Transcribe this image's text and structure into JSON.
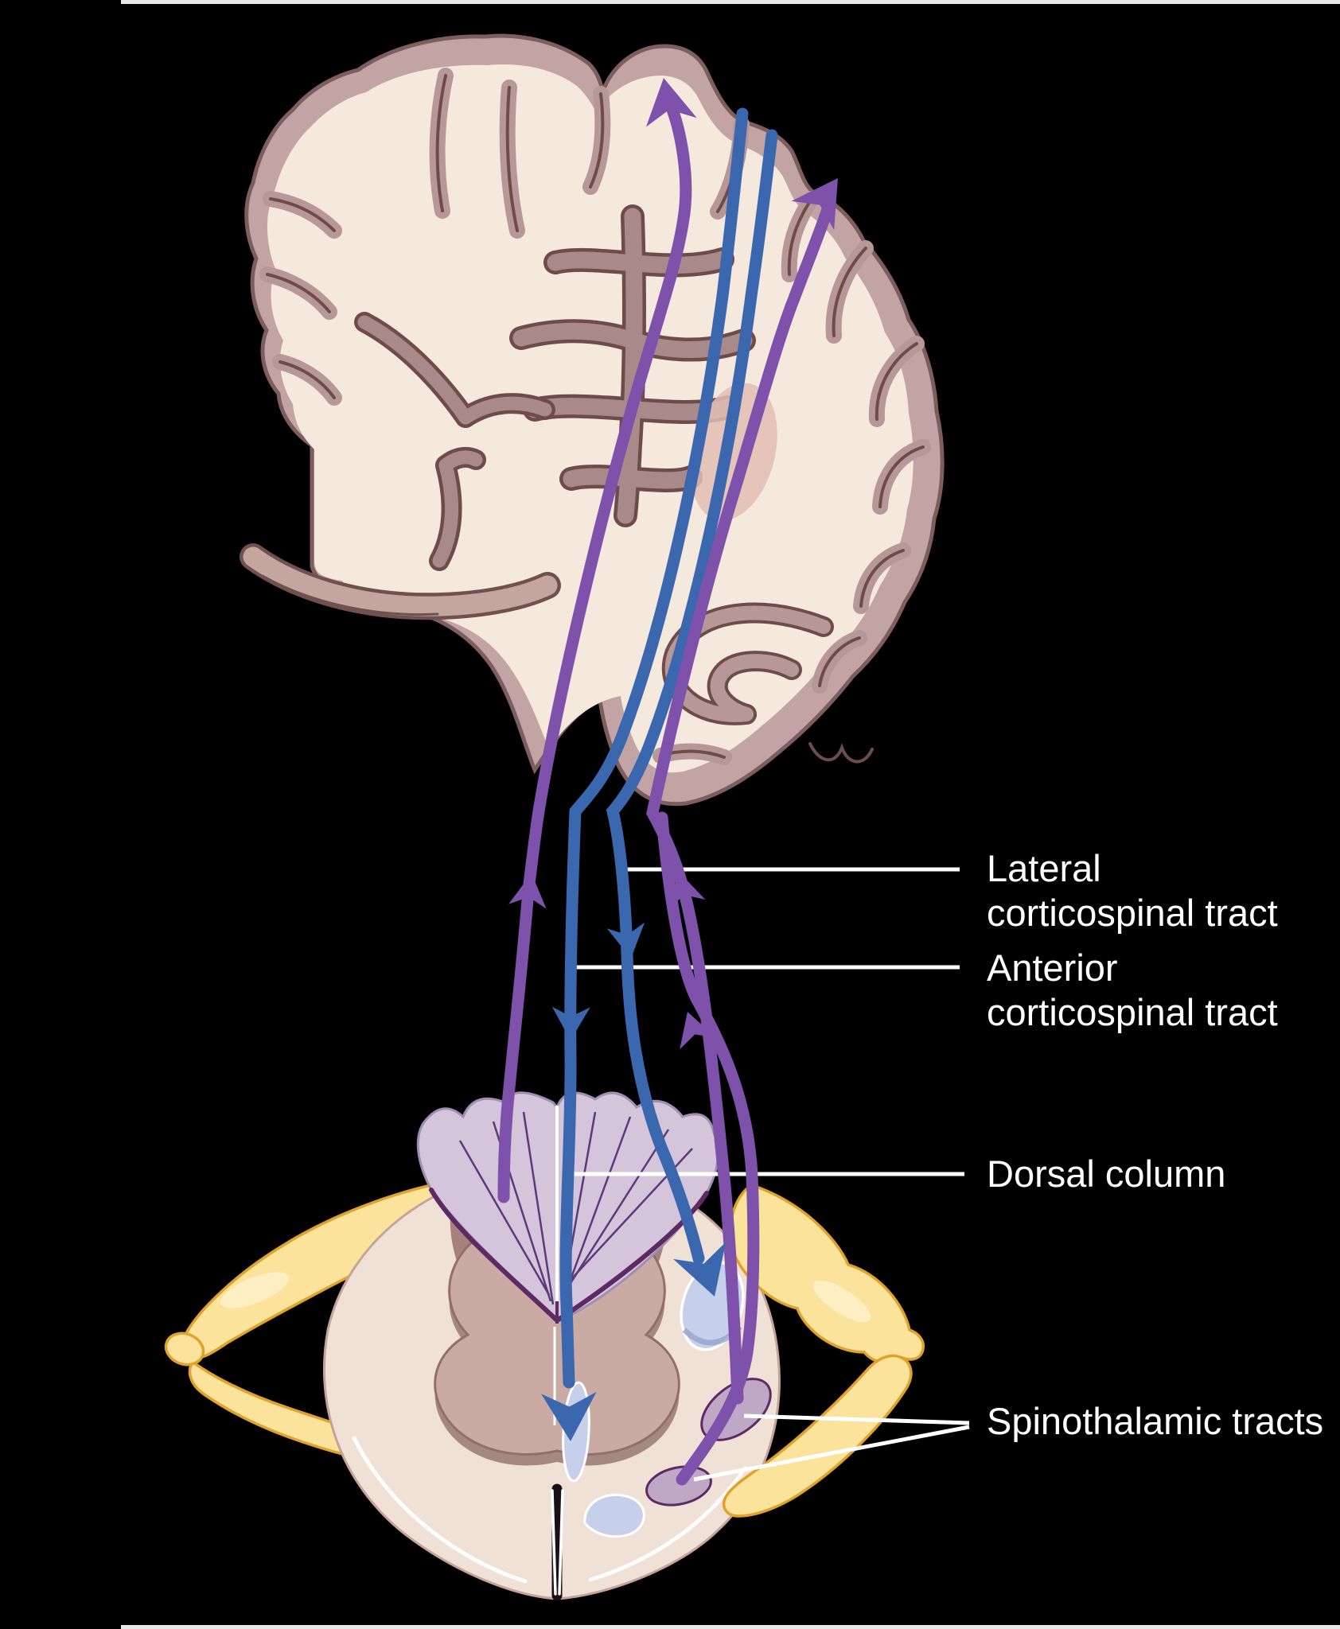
{
  "figure": {
    "type": "anatomical-diagram",
    "subject": "corticospinal, dorsal column and spinothalamic pathways between brain coronal section and spinal cord cross-section",
    "background": "#000000",
    "labels": {
      "lateral_corticospinal": {
        "line1": "Lateral",
        "line2": "corticospinal tract"
      },
      "anterior_corticospinal": {
        "line1": "Anterior",
        "line2": "corticospinal tract"
      },
      "dorsal_column": {
        "text": "Dorsal column"
      },
      "spinothalamic": {
        "text": "Spinothalamic tracts"
      }
    },
    "colors": {
      "descending_tract_blue": "#3B67AF",
      "ascending_tract_purple": "#7E52AA",
      "leader_line": "#FFFFFF",
      "label_text": "#FFFFFF",
      "brain_cortex": "#C3A4A4",
      "brain_white_matter": "#F5E8DD",
      "brain_outline": "#7D5D5D",
      "sulcus_line": "#6F4C4C",
      "deep_gray": "#A98A8A",
      "pink_nucleus": "#E2BDB4",
      "cord_body": "#F0E1D7",
      "cord_gray_matter": "#C9ABA4",
      "cord_gray_shadow": "#A5837C",
      "dorsal_column_fill": "#D4C5DA",
      "dorsal_column_line": "#4E2A70",
      "tract_patch_blue": "#C7D0EA",
      "tract_patch_purple": "#BFA8C6",
      "patch_purple_outline": "#5E2A63",
      "nerve_root_yellow": "#FBE39B",
      "nerve_root_outline": "#DFA32B",
      "border_strip": "#E8E8E8"
    }
  }
}
